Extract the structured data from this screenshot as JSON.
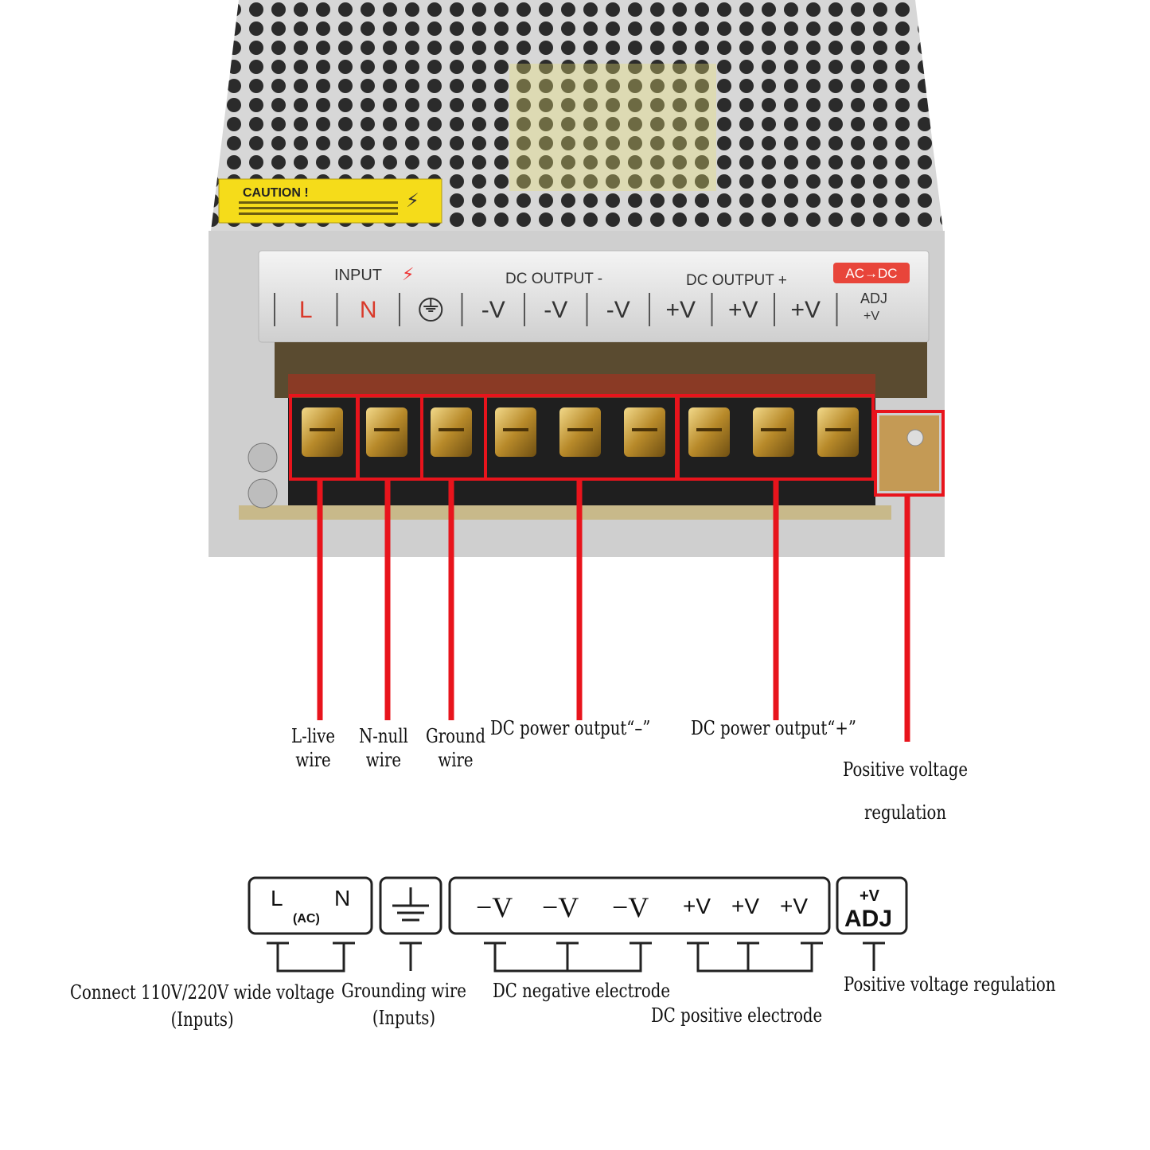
{
  "device": {
    "caution_label": "CAUTION !",
    "input_header": "INPUT",
    "dc_output_minus_header": "DC OUTPUT -",
    "dc_output_plus_header": "DC OUTPUT +",
    "acdc_badge": "AC→DC",
    "adj_label": "ADJ",
    "adj_sub": "+V",
    "terminals": [
      "L",
      "N",
      "",
      "-V",
      "-V",
      "-V",
      "+V",
      "+V",
      "+V"
    ]
  },
  "callouts": {
    "live": [
      "L-live",
      "wire"
    ],
    "null": [
      "N-null",
      "wire"
    ],
    "ground": [
      "Ground",
      "wire"
    ],
    "dc_minus": "DC power output“–”",
    "dc_plus": "DC power output“+”",
    "regulation": [
      "Positive voltage",
      "regulation"
    ]
  },
  "schematic": {
    "l": "L",
    "ac": "(AC)",
    "n": "N",
    "minus_v": [
      "−V",
      "−V",
      "−V"
    ],
    "plus_v": [
      "+V",
      "+V",
      "+V"
    ],
    "adj_top": "+V",
    "adj": "ADJ"
  },
  "bottom_labels": {
    "input": [
      "Connect 110V/220V wide voltage",
      "(Inputs)"
    ],
    "ground": [
      "Grounding wire",
      "(Inputs)"
    ],
    "negative": "DC negative electrode",
    "positive": "DC positive electrode",
    "regulation": "Positive voltage regulation"
  },
  "colors": {
    "callout_red": "#e8141c",
    "terminal_red": "#d93a2b"
  }
}
